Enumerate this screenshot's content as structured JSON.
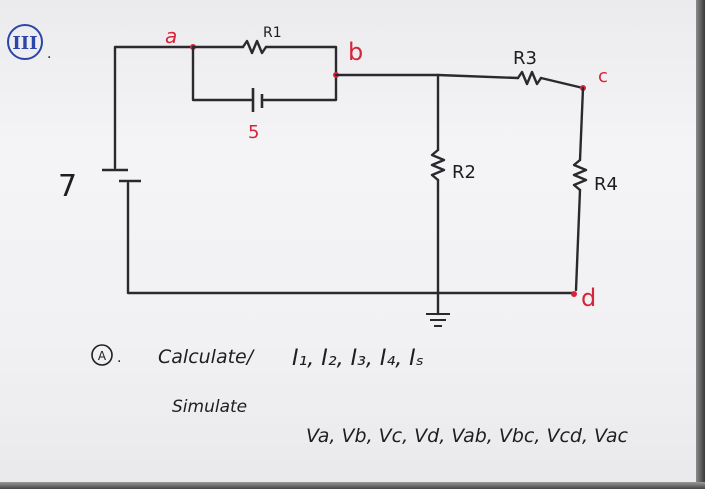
{
  "section": {
    "numeral": "III"
  },
  "nodes": {
    "a": "a",
    "b": "b",
    "c": "c",
    "d": "d"
  },
  "components": {
    "r1": "R1",
    "r2": "R2",
    "r3": "R3",
    "r4": "R4",
    "source_5": "5",
    "source_7": "7"
  },
  "task": {
    "marker": "A",
    "calculate_label": "Calculate/",
    "currents": "I₁, I₂, I₃, I₄, Iₛ",
    "simulate_label": "Simulate",
    "voltages": "Va, Vb, Vc, Vd, Vab, Vbc, Vcd, Vac"
  },
  "colors": {
    "marker_ink": "#1e1e22",
    "node_ink": "#d6243a",
    "section_ink": "#2b46a8"
  }
}
